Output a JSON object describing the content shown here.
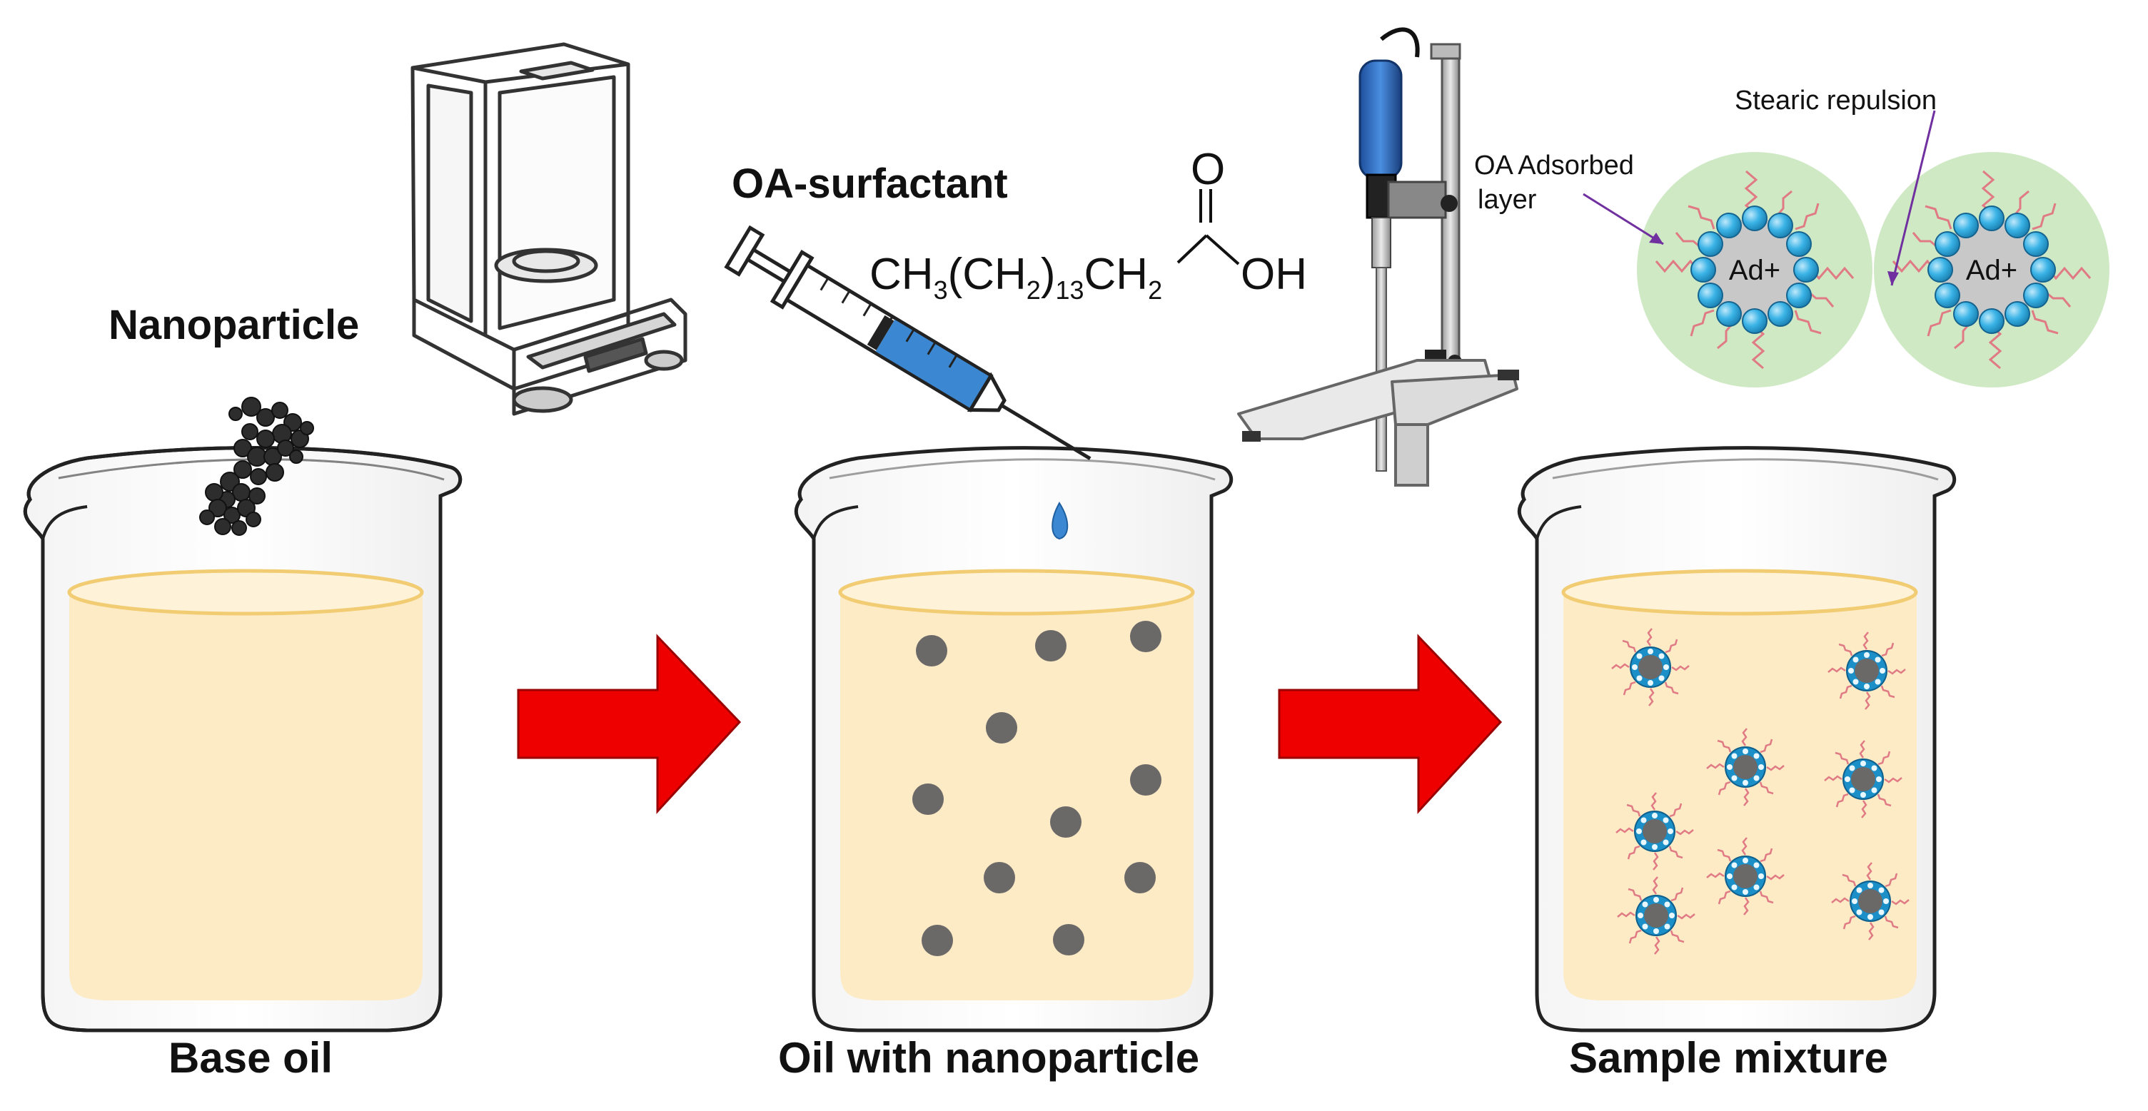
{
  "labels": {
    "nanoparticle": "Nanoparticle",
    "surfactant": "OA-surfactant",
    "base_oil": "Base oil",
    "oil_with_np": "Oil with nanoparticle",
    "sample_mixture": "Sample mixture",
    "adsorbed_layer_line1": "OA Adsorbed",
    "adsorbed_layer_line2": "layer",
    "steric": "Stearic repulsion"
  },
  "formula": {
    "ch3": "CH",
    "sub3": "3",
    "ch2_open": "(CH",
    "sub2a": "2",
    "close": ")",
    "sub13": "13",
    "ch2": "CH",
    "sub2b": "2",
    "oxygen": "O",
    "oh": "OH"
  },
  "particle_core_label": "Ad+",
  "colors": {
    "oil": "#fdebc6",
    "oil_surface": "#f1cc73",
    "arrow": "#ee0000",
    "particle": "#6b6868",
    "shell": "#cfe9c4",
    "bead": "#3ab3e6",
    "chain": "#e07a84",
    "pointer": "#7030a0",
    "syringe_liquid": "#3c87d1"
  },
  "icons": [
    "analytical-balance-icon",
    "syringe-icon",
    "homogenizer-stirrer-icon",
    "nanoparticle-powder-icon",
    "beaker-icon",
    "process-arrow-icon"
  ]
}
